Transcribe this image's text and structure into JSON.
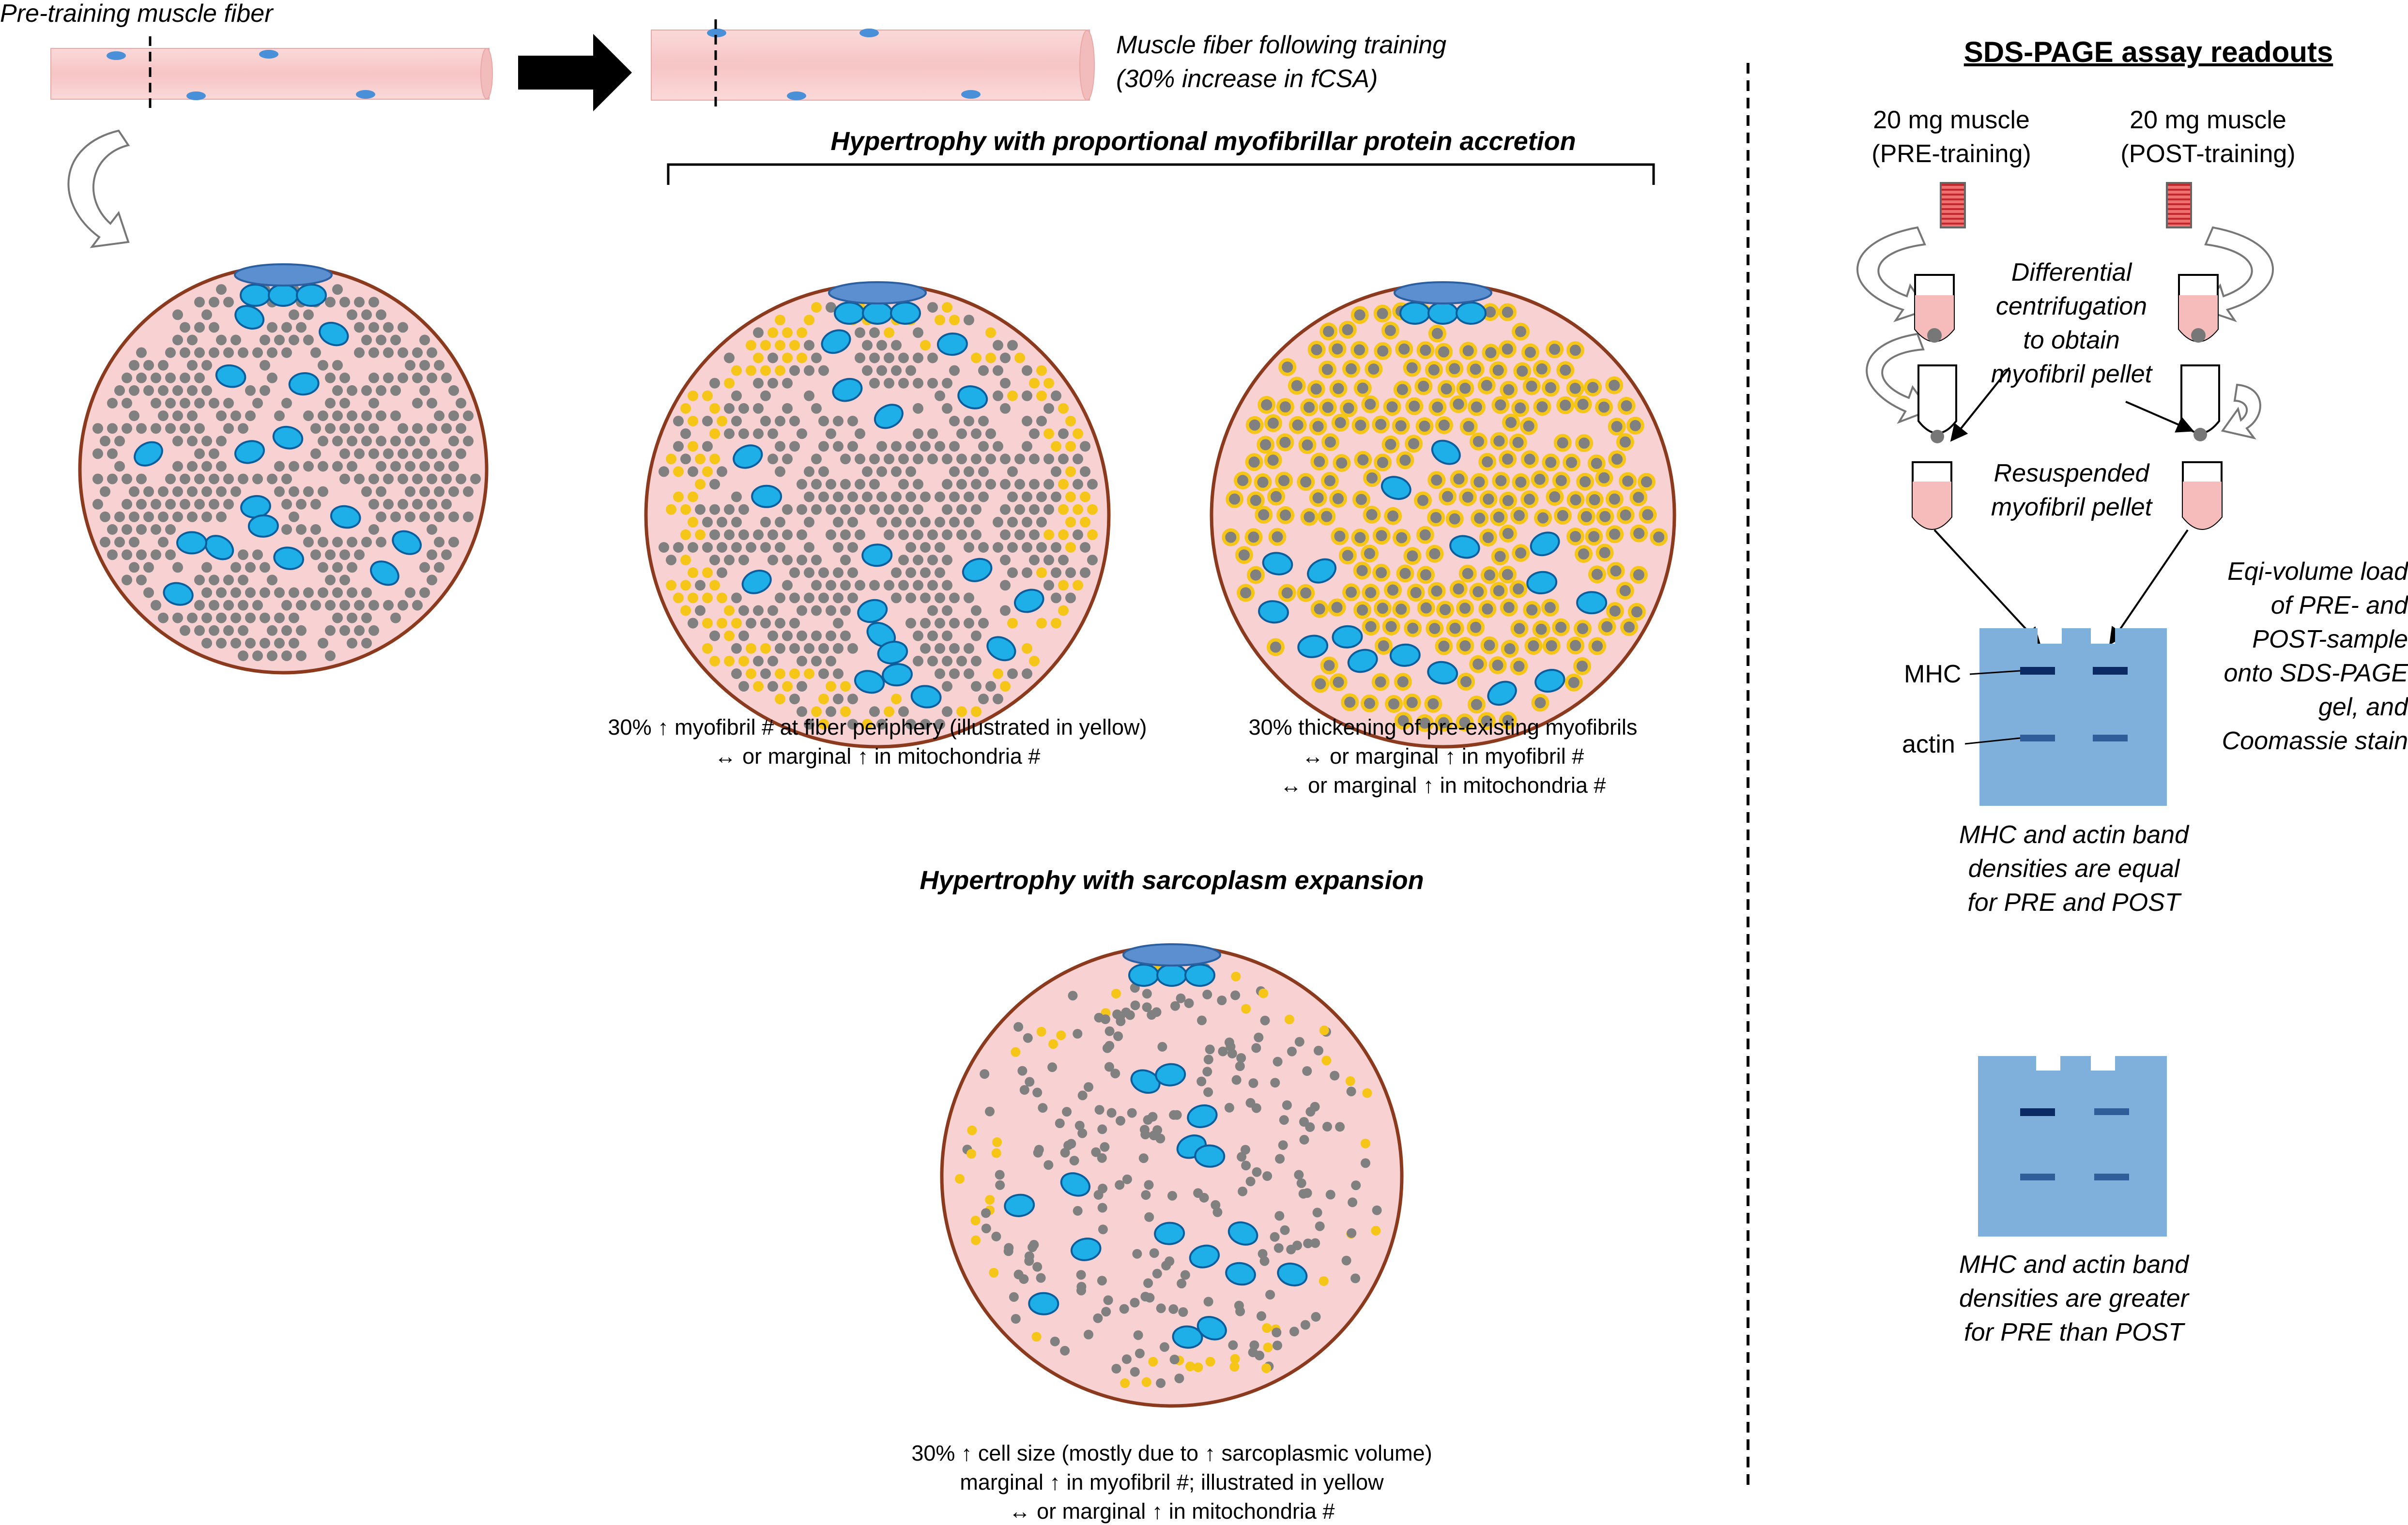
{
  "top": {
    "pre_label": "Pre-training muscle fiber",
    "post_label_1": "Muscle fiber following training",
    "post_label_2": "(30% increase in fCSA)"
  },
  "sections": {
    "proportional_title": "Hypertrophy with proportional myofibrillar protein accretion",
    "sarcoplasm_title": "Hypertrophy with sarcoplasm expansion"
  },
  "captions": {
    "periphery": [
      "30% ↑ myofibril # at fiber periphery (illustrated in yellow)",
      "↔ or marginal ↑ in mitochondria #"
    ],
    "thickening": [
      "30% thickening of pre-existing myofibrils",
      "↔ or marginal ↑ in myofibril #",
      "↔ or marginal ↑ in mitochondria #"
    ],
    "sarcoplasm": [
      "30% ↑ cell size (mostly due to ↑ sarcoplasmic volume)",
      "marginal ↑ in myofibril #; illustrated in yellow",
      "↔ or marginal ↑ in mitochondria #"
    ]
  },
  "sds": {
    "title": "SDS-PAGE assay readouts",
    "pre_sample": [
      "20 mg muscle",
      "(PRE-training)"
    ],
    "post_sample": [
      "20 mg muscle",
      "(POST-training)"
    ],
    "centrifugation": [
      "Differential",
      "centrifugation",
      "to obtain",
      "myofibril pellet"
    ],
    "resuspended": [
      "Resuspended",
      "myofibril pellet"
    ],
    "load_note": [
      "Eqi-volume load",
      "of PRE- and",
      "POST-sample",
      "onto SDS-PAGE",
      "gel, and",
      "Coomassie stain"
    ],
    "band_mhc": "MHC",
    "band_actin": "actin",
    "gel1_result": [
      "MHC and actin band",
      "densities are equal",
      "for PRE and POST"
    ],
    "gel2_result": [
      "MHC and actin band",
      "densities are greater",
      "for PRE than POST"
    ]
  },
  "colors": {
    "cytoplasm": "#f8d2d2",
    "fiber_border": "#8b3a1e",
    "myofibril": "#808080",
    "new_myofibril": "#f5c518",
    "mitochondria": "#1eaee8",
    "nucleus": "#5b8fd0",
    "gel": "#7fb0dc",
    "band_dark": "#0b2a63",
    "band_light": "#2f5d9a"
  },
  "icons": [
    "arrow-right-icon",
    "curved-arrow-icon",
    "tube-icon",
    "muscle-sample-icon"
  ]
}
